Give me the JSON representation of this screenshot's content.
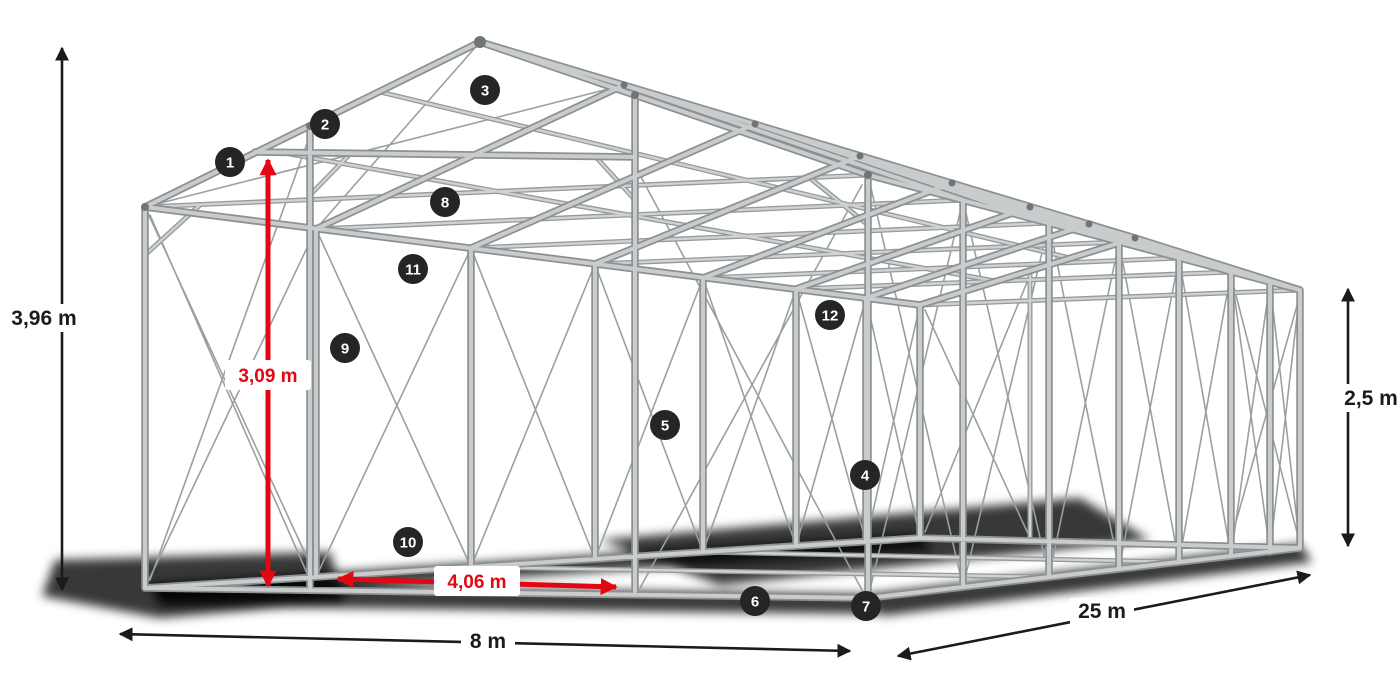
{
  "diagram": {
    "subject": "tent-frame-construction",
    "dimensions": {
      "total_height": "3,96 m",
      "entrance_height": "3,09 m",
      "entrance_width": "4,06 m",
      "side_height": "2,5 m",
      "width": "8 m",
      "length": "25 m"
    },
    "callouts": [
      "1",
      "2",
      "3",
      "4",
      "5",
      "6",
      "7",
      "8",
      "9",
      "10",
      "11",
      "12"
    ],
    "colors": {
      "frame_light": "#c8cccd",
      "frame_dark": "#8d9193",
      "dimension_red": "#e30613",
      "dimension_black": "#1b1b1b",
      "callout_background": "#252525",
      "callout_text": "#ffffff",
      "background": "#ffffff"
    }
  }
}
